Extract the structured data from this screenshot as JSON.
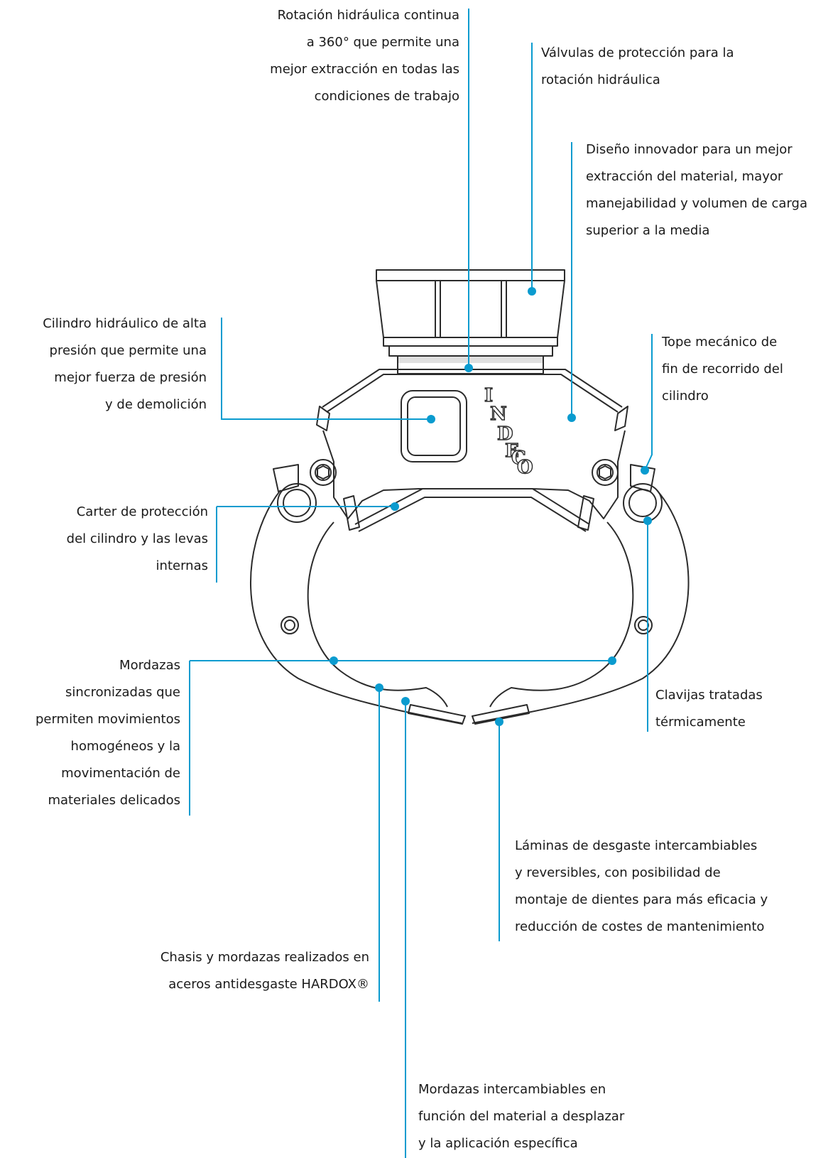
{
  "brand_mark": "INDECO",
  "colors": {
    "accent": "#0a9bcf",
    "drawing_stroke": "#2b2b2b",
    "text": "#1a1a1a",
    "background": "#ffffff"
  },
  "callouts": [
    {
      "id": "rotacion",
      "lines": [
        "Rotación hidráulica continua",
        "a 360° que permite una",
        "mejor extracción en todas las",
        "condiciones de trabajo"
      ]
    },
    {
      "id": "valvulas",
      "lines": [
        "Válvulas de protección para la",
        "rotación hidráulica"
      ]
    },
    {
      "id": "diseno",
      "lines": [
        "Diseño innovador para un mejor",
        "extracción del material, mayor",
        "manejabilidad y volumen de carga",
        "superior a la media"
      ]
    },
    {
      "id": "cilindro",
      "lines": [
        "Cilindro hidráulico de alta",
        "presión que permite una",
        "mejor fuerza de presión",
        "y de demolición"
      ]
    },
    {
      "id": "tope",
      "lines": [
        "Tope mecánico de",
        "fin de recorrido del",
        "cilindro"
      ]
    },
    {
      "id": "carter",
      "lines": [
        "Carter de protección",
        "del cilindro y las levas",
        "internas"
      ]
    },
    {
      "id": "mordazas-sinc",
      "lines": [
        "Mordazas",
        "sincronizadas que",
        "permiten movimientos",
        "homogéneos y la",
        "movimentación de",
        "materiales delicados"
      ]
    },
    {
      "id": "clavijas",
      "lines": [
        "Clavijas tratadas",
        "térmicamente"
      ]
    },
    {
      "id": "laminas",
      "lines": [
        "Láminas de desgaste intercambiables",
        "y reversibles, con posibilidad de",
        "montaje de dientes para más eficacia y",
        "reducción de costes de mantenimiento"
      ]
    },
    {
      "id": "chasis",
      "lines": [
        "Chasis y mordazas realizados en",
        "aceros antidesgaste HARDOX®"
      ]
    },
    {
      "id": "mordazas-int",
      "lines": [
        "Mordazas intercambiables en",
        "función del material a desplazar",
        "y la aplicación específica"
      ]
    }
  ]
}
